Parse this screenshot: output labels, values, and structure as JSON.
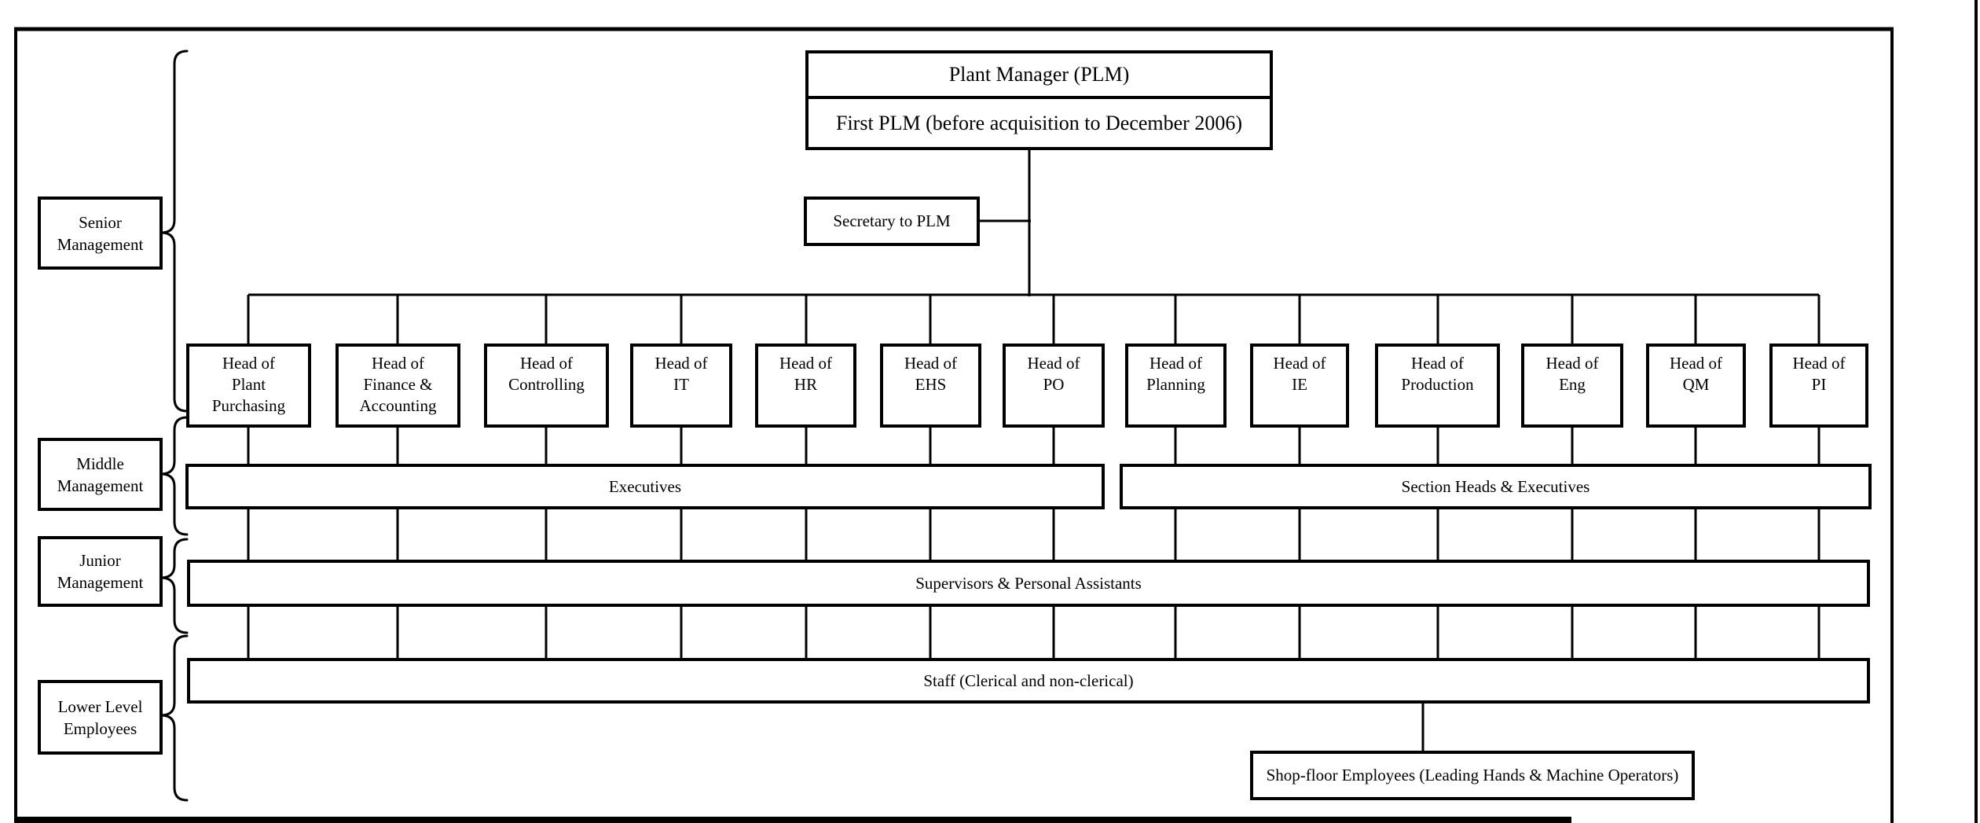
{
  "chart": {
    "root": {
      "title": "Plant Manager (PLM)",
      "subtitle": "First PLM (before acquisition to December 2006)"
    },
    "secretary": {
      "label": "Secretary to PLM"
    },
    "level_labels": {
      "senior": "Senior\nManagement",
      "middle": "Middle\nManagement",
      "junior": "Junior\nManagement",
      "lower": "Lower Level\nEmployees"
    },
    "heads": [
      {
        "label": "Head of\nPlant\nPurchasing"
      },
      {
        "label": "Head of\nFinance &\nAccounting"
      },
      {
        "label": "Head of\nControlling"
      },
      {
        "label": "Head of\nIT"
      },
      {
        "label": "Head of\nHR"
      },
      {
        "label": "Head of\nEHS"
      },
      {
        "label": "Head of\nPO"
      },
      {
        "label": "Head of\nPlanning"
      },
      {
        "label": "Head of\nIE"
      },
      {
        "label": "Head of\nProduction"
      },
      {
        "label": "Head of\nEng"
      },
      {
        "label": "Head of\nQM"
      },
      {
        "label": "Head of\nPI"
      }
    ],
    "bands": {
      "executives": "Executives",
      "section_heads": "Section Heads & Executives",
      "supervisors": "Supervisors & Personal Assistants",
      "staff": "Staff (Clerical and non-clerical)",
      "shop_floor": "Shop-floor Employees (Leading Hands & Machine Operators)"
    },
    "colors": {
      "line": "#000000",
      "background": "#ffffff"
    }
  }
}
